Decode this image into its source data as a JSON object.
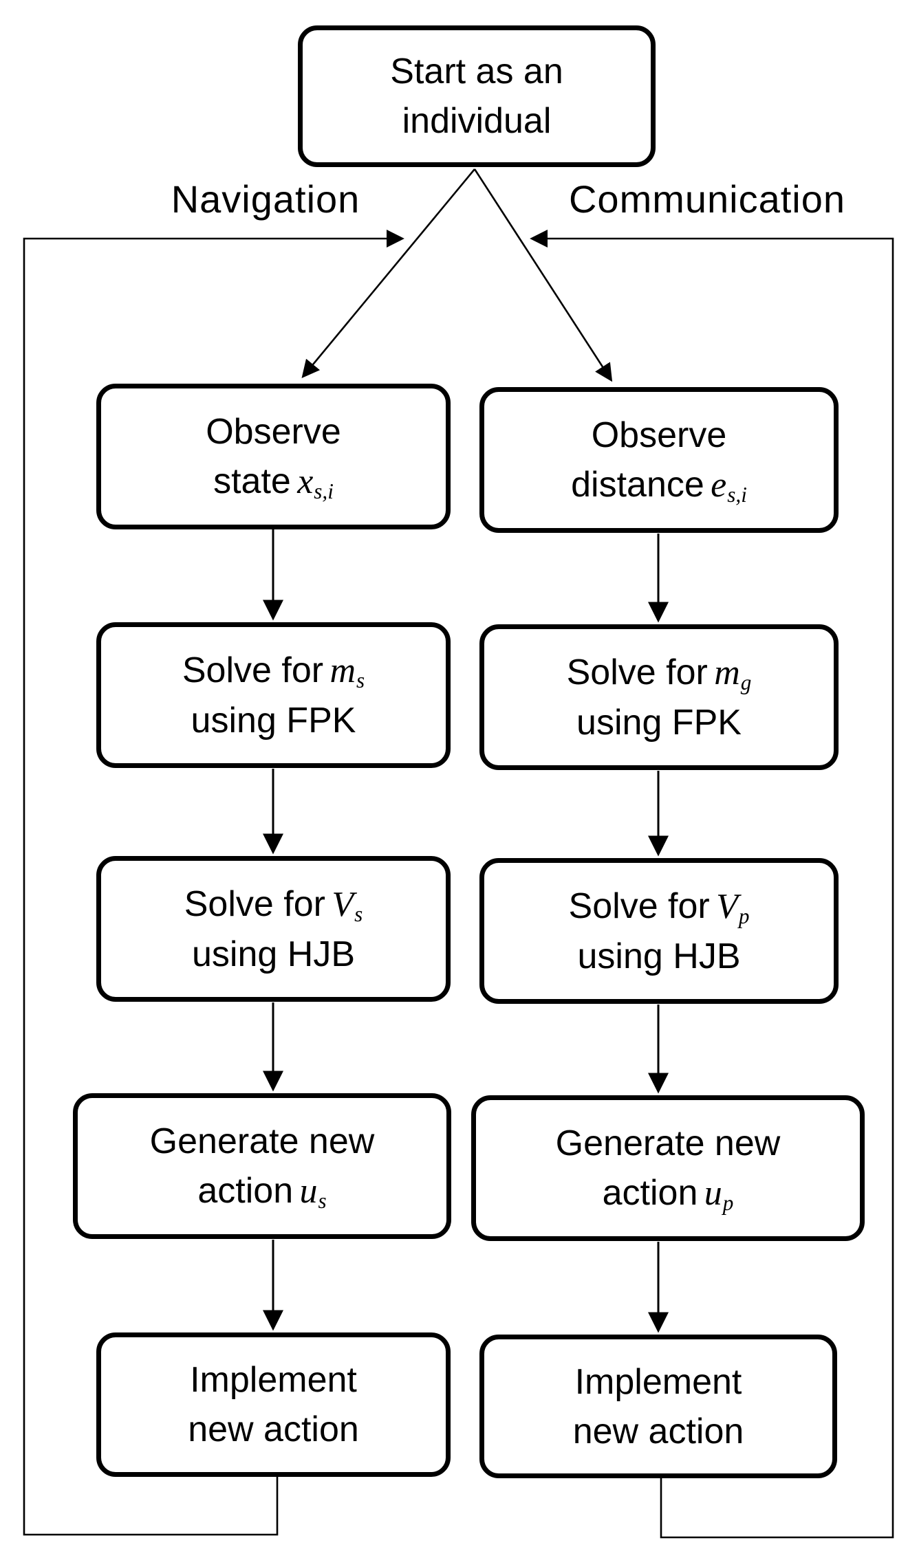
{
  "flow": {
    "colors": {
      "line": "#000000",
      "background": "#ffffff",
      "box_fill": "#ffffff"
    },
    "start_box": {
      "line1": "Start as an",
      "line2": "individual"
    },
    "branch_labels": {
      "left": "Navigation",
      "right": "Communication"
    },
    "navigation_boxes": [
      {
        "l1": {
          "text": "Observe",
          "var": "",
          "sub": ""
        },
        "l2": {
          "text": "state",
          "var": "x",
          "sub": "s,i"
        }
      },
      {
        "l1": {
          "text": "Solve for",
          "var": "m",
          "sub": "s"
        },
        "l2": {
          "text": "using FPK",
          "var": "",
          "sub": ""
        }
      },
      {
        "l1": {
          "text": "Solve for",
          "var": "V",
          "sub": "s"
        },
        "l2": {
          "text": "using HJB",
          "var": "",
          "sub": ""
        }
      },
      {
        "l1": {
          "text": "Generate new",
          "var": "",
          "sub": ""
        },
        "l2": {
          "text": "action",
          "var": "u",
          "sub": "s"
        }
      },
      {
        "l1": {
          "text": "Implement",
          "var": "",
          "sub": ""
        },
        "l2": {
          "text": "new action",
          "var": "",
          "sub": ""
        }
      }
    ],
    "communication_boxes": [
      {
        "l1": {
          "text": "Observe",
          "var": "",
          "sub": ""
        },
        "l2": {
          "text": "distance",
          "var": "e",
          "sub": "s,i"
        }
      },
      {
        "l1": {
          "text": "Solve for",
          "var": "m",
          "sub": "g"
        },
        "l2": {
          "text": "using FPK",
          "var": "",
          "sub": ""
        }
      },
      {
        "l1": {
          "text": "Solve for",
          "var": "V",
          "sub": "p"
        },
        "l2": {
          "text": "using HJB",
          "var": "",
          "sub": ""
        }
      },
      {
        "l1": {
          "text": "Generate new",
          "var": "",
          "sub": ""
        },
        "l2": {
          "text": "action",
          "var": "u",
          "sub": "p"
        }
      },
      {
        "l1": {
          "text": "Implement",
          "var": "",
          "sub": ""
        },
        "l2": {
          "text": "new action",
          "var": "",
          "sub": ""
        }
      }
    ]
  }
}
